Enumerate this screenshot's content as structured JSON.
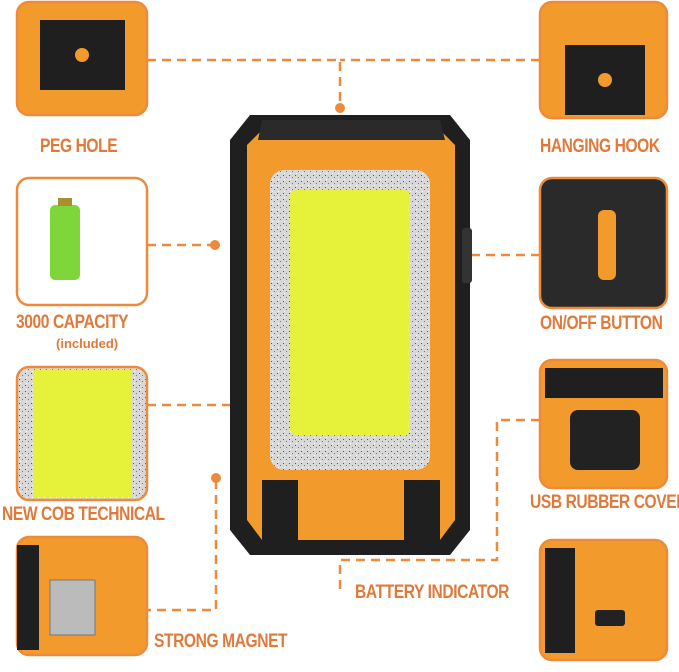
{
  "colors": {
    "accent": "#f39a2c",
    "label": "#e07a3a",
    "body": "#1f1f1f",
    "cob": "#e6f23a"
  },
  "features": {
    "peg_hole": "PEG HOLE",
    "hanging_hook": "HANGING HOOK",
    "capacity": "3000 CAPACITY",
    "capacity_note": "(included)",
    "on_off": "ON/OFF BUTTON",
    "cob": "NEW COB TECHNICAL",
    "usb_cover": "USB RUBBER COVER",
    "battery_indicator": "BATTERY INDICATOR",
    "magnet": "STRONG MAGNET"
  }
}
